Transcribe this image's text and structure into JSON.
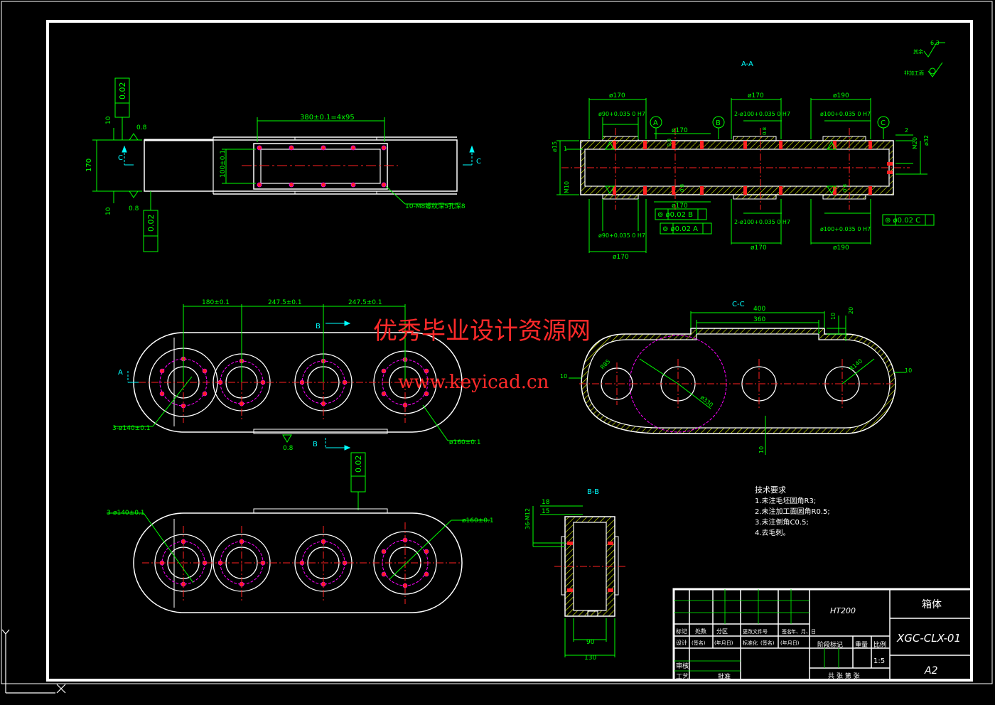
{
  "colors": {
    "background": "#000000",
    "outline": "#ffffff",
    "dimension": "#00ff00",
    "centerline": "#ff2020",
    "hidden": "#ff00ff",
    "hatch": "#e8ff00",
    "label": "#00ffff",
    "watermark": "#ff2a2a"
  },
  "icons": {
    "ucs_icon": "ucs-axis-icon"
  },
  "watermark": {
    "title": "优秀毕业设计资源网",
    "url": "www.keyicad.cn"
  },
  "top_view": {
    "dim_length": "380±0.1=4x95",
    "dim_height": "100±0.1",
    "dim_170": "170",
    "dim_10_top": "10",
    "dim_10_bot": "10",
    "roughness_top": "0.8",
    "roughness_bot": "0.8",
    "tolerance_top": "0.02",
    "tolerance_bot": "0.02",
    "section_label": "C",
    "thread_note": "10-M8螺纹深5孔深8"
  },
  "section_a": {
    "title": "A-A",
    "dims_top": [
      "ø170",
      "ø170",
      "ø190"
    ],
    "dims_upper_fit": [
      "ø90+0.035 0 H7",
      "2-ø100+0.035 0 H7",
      "ø100+0.035 0 H7"
    ],
    "dims_inner": [
      "ø170",
      "ø170"
    ],
    "dims_lower_fit": [
      "ø90+0.035 0 H7",
      "2-ø100+0.035 0 H7",
      "ø100+0.035 0 H7"
    ],
    "dims_bottom": [
      "ø170",
      "ø170",
      "ø190"
    ],
    "datums": [
      "A",
      "B",
      "C"
    ],
    "frames": [
      "⊚ ø0.02 B",
      "⊚ ø0.02 A",
      "⊚ ø0.02 C"
    ],
    "side_dims": [
      "ø15",
      "1",
      "M10",
      "2",
      "M20",
      "ø32"
    ],
    "roughness": [
      "0.8",
      "0.8",
      "0.8",
      "0.8"
    ]
  },
  "surface_legend": {
    "other": "其余",
    "value": "6.3",
    "unmachined": "非加工面"
  },
  "front_view": {
    "dim_1": "180±0.1",
    "dim_2": "247.5±0.1",
    "dim_3": "247.5±0.1",
    "hole_note": "3-ø140±0.1",
    "hole_note_2": "ø160±0.1",
    "view_a": "A",
    "view_b_top": "B",
    "view_b_bot": "B",
    "roughness": "0.8",
    "tolerance": "0.02"
  },
  "bottom_view": {
    "hole_note": "3-ø140±0.1",
    "hole_note_2": "ø160±0.1"
  },
  "section_c": {
    "title": "C-C",
    "dim_400": "400",
    "dim_360": "360",
    "dim_10a": "10",
    "dim_20": "20",
    "dim_10b": "10",
    "dim_10c": "10",
    "dim_10d": "10",
    "r_left": "R85",
    "r_right": "R140",
    "dia": "ø330"
  },
  "section_b": {
    "title": "B-B",
    "dim_18": "18",
    "dim_15": "15",
    "thread": "36-M12",
    "dim_90": "90",
    "dim_130": "130"
  },
  "tech_req": {
    "title": "技术要求",
    "items": [
      "1.未注毛坯圆角R3;",
      "2.未注加工面圆角R0.5;",
      "3.未注倒角C0.5;",
      "4.去毛刺。"
    ]
  },
  "title_block": {
    "material": "HT200",
    "part_name": "箱体",
    "drawing_no": "XGC-CLX-01",
    "sheet_size": "A2",
    "scale": "1:5",
    "row_labels_1": [
      "标记",
      "处数",
      "分区",
      "更改文件号",
      "签名",
      "年、月、日"
    ],
    "row_labels_2": [
      "设计",
      "(签名)",
      "(年月日)",
      "标准化",
      "(签名)",
      "(年月日)"
    ],
    "stage_mark": "阶段标记",
    "weight": "重量",
    "ratio": "比例",
    "review": "审核",
    "process": "工艺",
    "approve": "批准",
    "sheets": "共  张  第  张"
  }
}
